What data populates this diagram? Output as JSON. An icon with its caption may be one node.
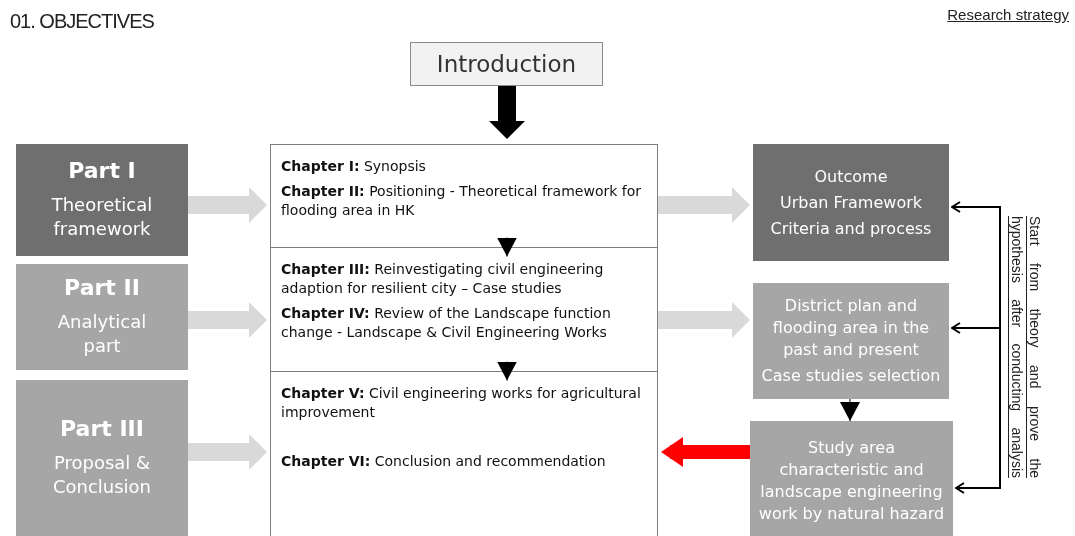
{
  "diagram": {
    "title": "01. OBJECTIVES",
    "nodes": [
      {
        "text": [
          "Introduction"
        ]
      },
      {
        "text": [
          "Part I",
          "Theoretical framework"
        ]
      },
      {
        "text": [
          "Part II",
          "Analytical part"
        ]
      },
      {
        "text": [
          "Part III",
          "Proposal & Conclusion"
        ]
      },
      {
        "text": [
          "**Chapter I:** Synopsis",
          "**Chapter II:** Positioning - Theoretical framework for flooding area in HK"
        ]
      },
      {
        "text": [
          "**Chapter III:** Reinvestigating civil engineering adaption for resilient city – Case studies",
          "**Chapter IV:** Review of the Landscape function change - Landscape & Civil Engineering Works"
        ]
      },
      {
        "text": [
          "**Chapter V:** Civil engineering works for agricultural improvement",
          "**Chapter VI:** Conclusion and recommendation"
        ]
      },
      {
        "text": [
          "Outcome",
          "Urban Framework",
          "Criteria and process"
        ]
      },
      {
        "text": [
          "District plan and flooding area in the past and present",
          "Case studies selection"
        ]
      },
      {
        "text": [
          "Study area characteristic and landscape engineering work by natural hazard"
        ]
      },
      {
        "text": [
          "Start from theory and prove the hypothesis after conducting analysis"
        ]
      }
    ],
    "edges": [
      {
        "from": 0,
        "to": 4,
        "arrow": "to"
      },
      {
        "from": 4,
        "to": 5,
        "arrow": "to"
      },
      {
        "from": 5,
        "to": 6,
        "arrow": "to"
      },
      {
        "from": 1,
        "to": 4,
        "arrow": "to",
        "color": "#d9d9d9"
      },
      {
        "from": 2,
        "to": 5,
        "arrow": "to",
        "color": "#d9d9d9"
      },
      {
        "from": 3,
        "to": 6,
        "arrow": "to",
        "color": "#d9d9d9"
      },
      {
        "from": 4,
        "to": 7,
        "arrow": "to",
        "color": "#d9d9d9"
      },
      {
        "from": 5,
        "to": 8,
        "arrow": "to",
        "color": "#d9d9d9"
      },
      {
        "from": 9,
        "to": 6,
        "arrow": "to",
        "color": "#ff0000"
      },
      {
        "from": 8,
        "to": 9,
        "arrow": "to"
      },
      {
        "from": 10,
        "to": 7,
        "arrow": "to"
      },
      {
        "from": 10,
        "to": 8,
        "arrow": "to"
      },
      {
        "from": 10,
        "to": 9,
        "arrow": "to"
      }
    ],
    "labels": [
      "Research strategy"
    ]
  }
}
